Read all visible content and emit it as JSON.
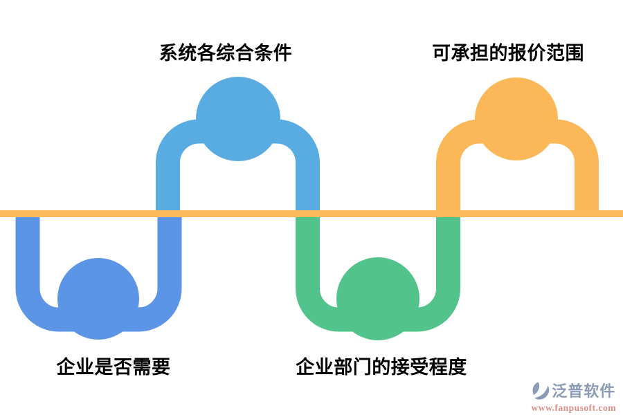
{
  "diagram": {
    "type": "wave-sequence-infographic",
    "description_shape": "horizontal baseline with alternating half-loops below and above the line, each loop carrying a solid circle node",
    "nodes": [
      {
        "index": 1,
        "label": "企业是否需要",
        "position": "below-line",
        "color": "#5C94E6"
      },
      {
        "index": 2,
        "label": "系统各综合条件",
        "position": "above-line",
        "color": "#58ACE2"
      },
      {
        "index": 3,
        "label": "企业部门的接受程度",
        "position": "below-line",
        "color": "#52C48B"
      },
      {
        "index": 4,
        "label": "可承担的报价范围",
        "position": "above-line",
        "color": "#FCB858"
      }
    ]
  },
  "labels": {
    "top_left": "系统各综合条件",
    "top_right": "可承担的报价范围",
    "bottom_left": "企业是否需要",
    "bottom_right": "企业部门的接受程度"
  },
  "colors": {
    "sky_blue": "#58ACE2",
    "periwinkle_blue": "#5C94E6",
    "green": "#52C48B",
    "orange": "#FCB858",
    "baseline_orange": "#FDB95A",
    "label_text": "#000000",
    "watermark_blue": "#8D9CB6",
    "watermark_red": "#DC8F89"
  },
  "watermark": {
    "brand": "泛普软件",
    "url": "www.fanpusoft.com",
    "logo_icon": "fanpu-logo"
  }
}
